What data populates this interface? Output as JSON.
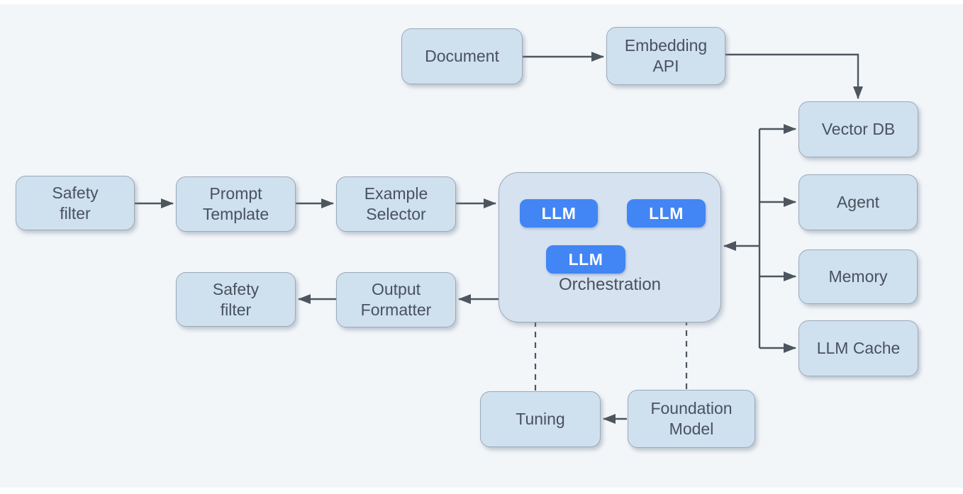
{
  "diagram": {
    "description": "LLM application architecture flow diagram",
    "nodes": {
      "document": {
        "label": "Document"
      },
      "embedding_api": {
        "label": "Embedding\nAPI"
      },
      "vector_db": {
        "label": "Vector DB"
      },
      "agent": {
        "label": "Agent"
      },
      "memory": {
        "label": "Memory"
      },
      "llm_cache": {
        "label": "LLM Cache"
      },
      "safety_filter_in": {
        "label": "Safety\nfilter"
      },
      "prompt_template": {
        "label": "Prompt\nTemplate"
      },
      "example_selector": {
        "label": "Example\nSelector"
      },
      "orchestration": {
        "label": "Orchestration"
      },
      "llm_a": {
        "label": "LLM"
      },
      "llm_b": {
        "label": "LLM"
      },
      "llm_c": {
        "label": "LLM"
      },
      "safety_filter_out": {
        "label": "Safety\nfilter"
      },
      "output_formatter": {
        "label": "Output\nFormatter"
      },
      "tuning": {
        "label": "Tuning"
      },
      "foundation_model": {
        "label": "Foundation\nModel"
      }
    },
    "edges": [
      {
        "from": "document",
        "to": "embedding_api",
        "style": "solid"
      },
      {
        "from": "embedding_api",
        "to": "vector_db",
        "style": "solid-elbow"
      },
      {
        "from": "orchestration",
        "to": "vector_db",
        "style": "solid-trunk"
      },
      {
        "from": "orchestration",
        "to": "agent",
        "style": "solid-trunk"
      },
      {
        "from": "orchestration",
        "to": "memory",
        "style": "solid-trunk"
      },
      {
        "from": "orchestration",
        "to": "llm_cache",
        "style": "solid-trunk"
      },
      {
        "from": "trunk",
        "to": "orchestration",
        "style": "solid"
      },
      {
        "from": "safety_filter_in",
        "to": "prompt_template",
        "style": "solid"
      },
      {
        "from": "prompt_template",
        "to": "example_selector",
        "style": "solid"
      },
      {
        "from": "example_selector",
        "to": "orchestration",
        "style": "solid"
      },
      {
        "from": "orchestration",
        "to": "output_formatter",
        "style": "solid"
      },
      {
        "from": "output_formatter",
        "to": "safety_filter_out",
        "style": "solid"
      },
      {
        "from": "foundation_model",
        "to": "tuning",
        "style": "solid"
      },
      {
        "from": "tuning",
        "to": "llm_a",
        "style": "dashed"
      },
      {
        "from": "foundation_model",
        "to": "llm_b",
        "style": "dashed"
      },
      {
        "from": "llm_a",
        "to": "llm_b",
        "style": "inner-gray"
      },
      {
        "from": "llm_b",
        "to": "llm_c",
        "style": "inner-gray-elbow"
      }
    ],
    "colors": {
      "background": "#f3f6f9",
      "node_fill": "#cfe0ef",
      "group_fill": "#d6e2ef",
      "node_border": "#9aa9ba",
      "node_text": "#49525d",
      "llm_fill": "#4285f4",
      "llm_text": "#ffffff",
      "arrow": "#4d565f",
      "inner_arrow": "#c3cad3"
    }
  }
}
